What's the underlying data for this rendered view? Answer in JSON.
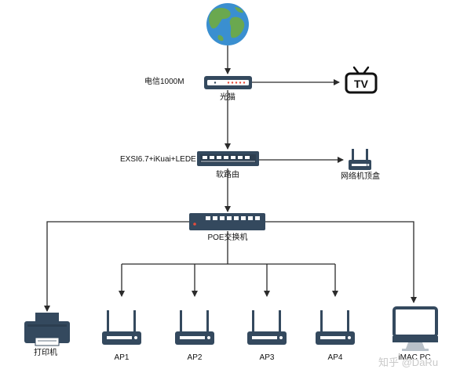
{
  "nodes": {
    "internet": {
      "icon": "globe-icon"
    },
    "modem": {
      "label": "光猫",
      "link_label": "电信1000M",
      "icon": "modem-icon"
    },
    "tv": {
      "icon": "tv-icon",
      "text": "TV"
    },
    "soft_router": {
      "label": "软路由",
      "link_label": "EXSI6.7+iKuai+LEDE",
      "icon": "router-icon"
    },
    "settop": {
      "label": "网络机顶盒",
      "icon": "set-top-box-icon"
    },
    "poe_switch": {
      "label": "POE交换机",
      "icon": "switch-icon"
    },
    "printer": {
      "label": "打印机",
      "icon": "printer-icon"
    },
    "ap1": {
      "label": "AP1",
      "icon": "access-point-icon"
    },
    "ap2": {
      "label": "AP2",
      "icon": "access-point-icon"
    },
    "ap3": {
      "label": "AP3",
      "icon": "access-point-icon"
    },
    "ap4": {
      "label": "AP4",
      "icon": "access-point-icon"
    },
    "imac": {
      "label": "iMAC PC",
      "icon": "monitor-icon"
    }
  },
  "watermark": "知乎 @DaRu",
  "colors": {
    "line": "#2b2b2b",
    "device": "#34495e",
    "led_red": "#e74c3c",
    "ocean": "#3a8fd0",
    "land": "#6aa84f"
  }
}
